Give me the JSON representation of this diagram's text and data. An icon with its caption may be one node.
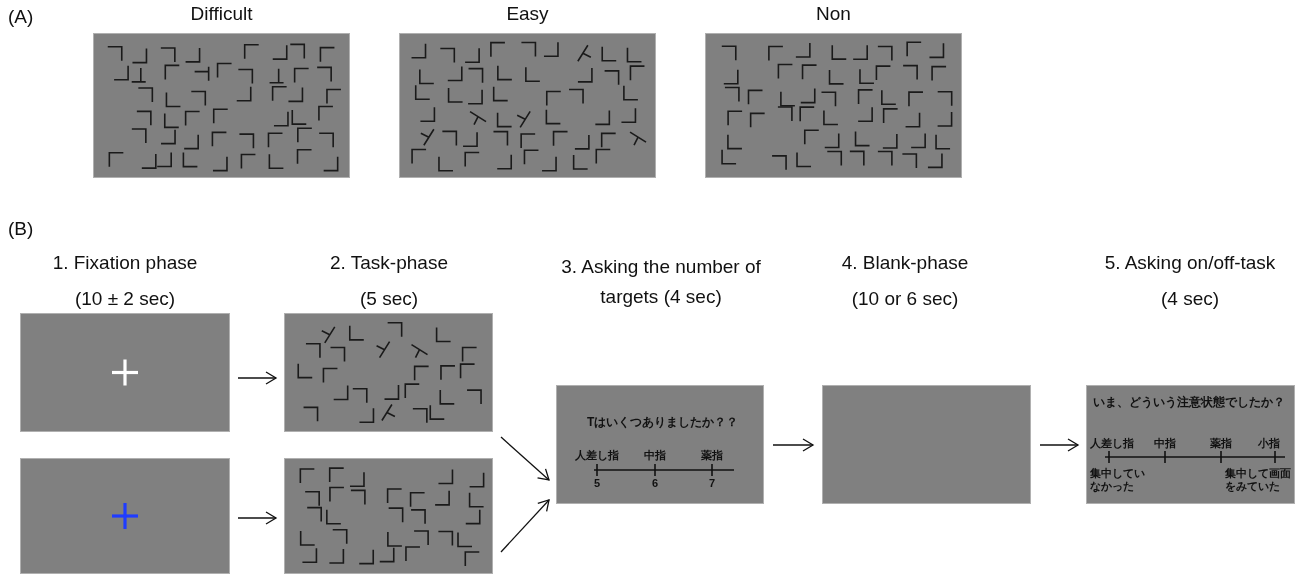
{
  "diagram": {
    "nodes": [
      {
        "text": [
          "Difficult"
        ]
      },
      {
        "text": [
          "Easy"
        ]
      },
      {
        "text": [
          "Non"
        ]
      },
      {
        "text": [],
        "shape": "box"
      },
      {
        "text": [],
        "shape": "box"
      },
      {
        "text": [],
        "shape": "picture"
      },
      {
        "text": [],
        "shape": "picture"
      },
      {
        "text": [
          "Tはいくつありましたか？？",
          "人差し指",
          "中指",
          "薬指",
          "5",
          "6",
          "7"
        ]
      },
      {
        "text": [],
        "shape": "box"
      },
      {
        "text": [
          "いま、どういう注意状態でしたか？",
          "人差し指",
          "中指",
          "薬指",
          "小指",
          "集中していなかった",
          "集中して画面をみていた"
        ]
      }
    ],
    "edges": [
      {
        "from": 3,
        "to": 5,
        "arrow": "to"
      },
      {
        "from": 4,
        "to": 6,
        "arrow": "to"
      },
      {
        "from": 5,
        "to": 7,
        "arrow": "to"
      },
      {
        "from": 6,
        "to": 7,
        "arrow": "to"
      },
      {
        "from": 7,
        "to": 8,
        "arrow": "to"
      },
      {
        "from": 8,
        "to": 9,
        "arrow": "to"
      }
    ],
    "labels": [
      "(A)",
      "(B)",
      "1. Fixation phase",
      "(10 ± 2 sec)",
      "2. Task-phase",
      "(5 sec)",
      "3. Asking the number of targets (4 sec)",
      "4. Blank-phase",
      "(10 or 6 sec)",
      "5. Asking on/off-task",
      "(4 sec)"
    ]
  }
}
